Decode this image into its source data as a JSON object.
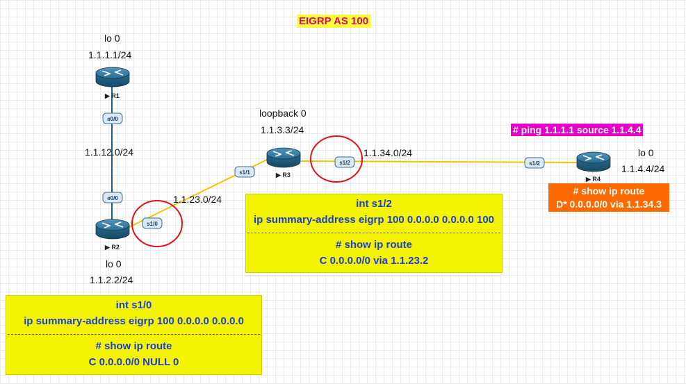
{
  "title": "EIGRP AS 100",
  "routers": [
    {
      "name": "R1",
      "loopback": "lo 0",
      "ip": "1.1.1.1/24"
    },
    {
      "name": "R2",
      "loopback": "lo 0",
      "ip": "1.1.2.2/24"
    },
    {
      "name": "R3",
      "loopback": "loopback 0",
      "ip": "1.1.3.3/24"
    },
    {
      "name": "R4",
      "loopback": "lo 0",
      "ip": "1.1.4.4/24"
    }
  ],
  "links": {
    "r1_r2": {
      "subnet": "1.1.12.0/24",
      "if_a": "e0/0",
      "if_b": "e0/0"
    },
    "r2_r3": {
      "subnet": "1.1.23.0/24",
      "if_a": "s1/0",
      "if_b": "s1/1"
    },
    "r3_r4": {
      "subnet": "1.1.34.0/24",
      "if_a": "s1/2",
      "if_b": "s1/2"
    }
  },
  "notes": {
    "r3_box": {
      "line1": "int s1/2",
      "line2": "ip summary-address eigrp 100 0.0.0.0 0.0.0.0 100",
      "line3": "# show ip route",
      "line4": "C 0.0.0.0/0 via 1.1.23.2"
    },
    "r2_box": {
      "line1": "int s1/0",
      "line2": "ip summary-address eigrp 100 0.0.0.0 0.0.0.0",
      "line3": "# show ip route",
      "line4": "C 0.0.0.0/0 NULL 0"
    },
    "r4_ping": "# ping 1.1.1.1 source 1.1.4.4",
    "r4_box": {
      "line1": "# show ip route",
      "line2": "D* 0.0.0.0/0 via 1.1.34.3"
    }
  },
  "colors": {
    "serial_link": "#f2c200",
    "ethernet_link": "#1f5f7a",
    "highlight_circle": "#e0101a",
    "title_bg": "#ffff33",
    "title_text": "#e0007a",
    "note_bg": "#f4f400",
    "note_text": "#1a3fd1",
    "ping_bg": "#e600c8",
    "route_bg": "#ff6a00"
  }
}
